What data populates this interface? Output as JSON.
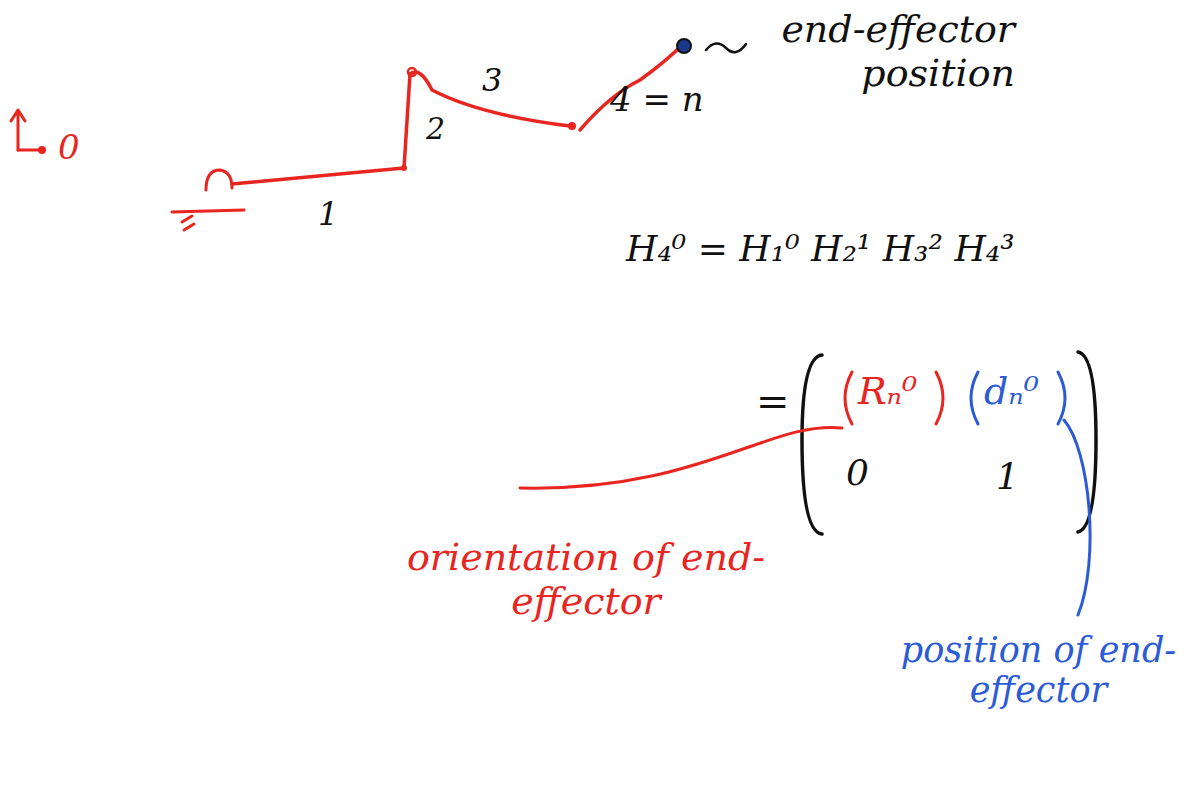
{
  "diagram": {
    "labels": [
      "0",
      "1",
      "2",
      "3",
      "4 = n",
      "end-effector position",
      "H₄⁰ = H₁⁰ H₂¹ H₃² H₄³",
      "=",
      "Rₙ⁰",
      "dₙ⁰",
      "0",
      "1",
      "orientation of end-effector",
      "position of end-effector"
    ]
  }
}
